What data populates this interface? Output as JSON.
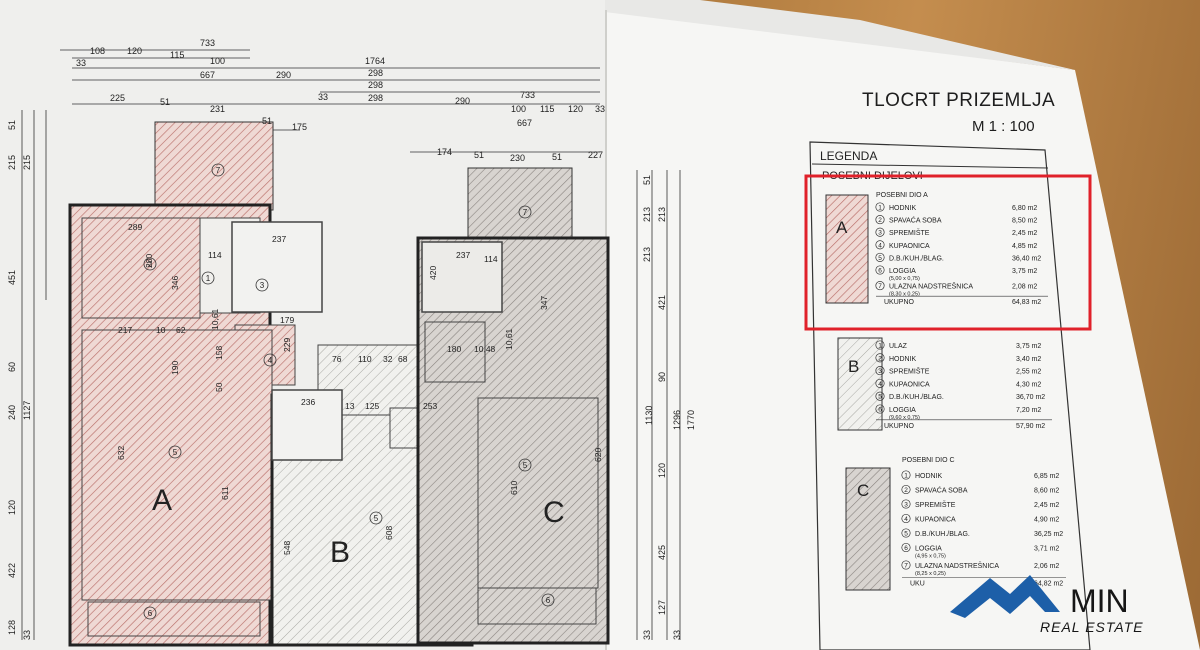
{
  "title": "TLOCRT PRIZEMLJA",
  "scale": "M 1 : 100",
  "legend_title": "LEGENDA",
  "legend_subtitle": "POSEBNI DIJELOVI",
  "units": {
    "A": {
      "letter": "A",
      "header": "POSEBNI DIO A",
      "rooms": [
        {
          "no": "1",
          "name": "HODNIK",
          "area": "6,80 m2"
        },
        {
          "no": "2",
          "name": "SPAVAĆA SOBA",
          "area": "8,50 m2"
        },
        {
          "no": "3",
          "name": "SPREMIŠTE",
          "area": "2,45 m2"
        },
        {
          "no": "4",
          "name": "KUPAONICA",
          "area": "4,85 m2"
        },
        {
          "no": "5",
          "name": "D.B./KUH./BLAG.",
          "area": "36,40 m2"
        },
        {
          "no": "6",
          "name": "LOGGIA",
          "sub": "(5,00 x 0,75)",
          "area": "3,75 m2"
        },
        {
          "no": "7",
          "name": "ULAZNA NADSTREŠNICA",
          "sub": "(8,30 x 0,25)",
          "area": "2,08 m2"
        }
      ],
      "total_label": "UKUPNO",
      "total": "64,83 m2"
    },
    "B": {
      "letter": "B",
      "rooms": [
        {
          "no": "1",
          "name": "ULAZ",
          "area": "3,75 m2"
        },
        {
          "no": "2",
          "name": "HODNIK",
          "area": "3,40 m2"
        },
        {
          "no": "3",
          "name": "SPREMIŠTE",
          "area": "2,55 m2"
        },
        {
          "no": "4",
          "name": "KUPAONICA",
          "area": "4,30 m2"
        },
        {
          "no": "5",
          "name": "D.B./KUH./BLAG.",
          "area": "36,70 m2"
        },
        {
          "no": "6",
          "name": "LOGGIA",
          "sub": "(9,60 x 0,75)",
          "area": "7,20 m2"
        }
      ],
      "total_label": "UKUPNO",
      "total": "57,90 m2"
    },
    "C": {
      "letter": "C",
      "header": "POSEBNI DIO C",
      "rooms": [
        {
          "no": "1",
          "name": "HODNIK",
          "area": "6,85 m2"
        },
        {
          "no": "2",
          "name": "SPAVAĆA SOBA",
          "area": "8,60 m2"
        },
        {
          "no": "3",
          "name": "SPREMIŠTE",
          "area": "2,45 m2"
        },
        {
          "no": "4",
          "name": "KUPAONICA",
          "area": "4,90 m2"
        },
        {
          "no": "5",
          "name": "D.B./KUH./BLAG.",
          "area": "36,25 m2"
        },
        {
          "no": "6",
          "name": "LOGGIA",
          "sub": "(4,95 x 0,75)",
          "area": "3,71 m2"
        },
        {
          "no": "7",
          "name": "ULAZNA NADSTREŠNICA",
          "sub": "(8,25 x 0,25)",
          "area": "2,06 m2"
        }
      ],
      "total_label": "UKU",
      "total": "64,82 m2"
    }
  },
  "plan_letters": [
    "A",
    "B",
    "C"
  ],
  "plan_dims_top": [
    "733",
    "108",
    "120",
    "115",
    "100",
    "1764",
    "33",
    "298",
    "667",
    "290",
    "298",
    "225",
    "51",
    "231",
    "33",
    "298",
    "290",
    "733",
    "100",
    "115",
    "120",
    "33",
    "667",
    "51",
    "175",
    "174",
    "51",
    "230",
    "51",
    "227"
  ],
  "plan_dims_side": [
    "215",
    "51",
    "215",
    "451",
    "60",
    "240",
    "1127",
    "120",
    "422",
    "128",
    "33",
    "213",
    "51",
    "213",
    "421",
    "90",
    "120",
    "425",
    "1130",
    "1296",
    "1770",
    "213",
    "33",
    "127",
    "33"
  ],
  "plan_room_labels": [
    "280",
    "289",
    "346",
    "114",
    "217",
    "10",
    "62",
    "190",
    "632",
    "611",
    "158",
    "50",
    "229",
    "179",
    "237",
    "76",
    "110",
    "32",
    "68",
    "13",
    "125",
    "253",
    "236",
    "548",
    "608",
    "180",
    "237",
    "114",
    "347",
    "420",
    "610",
    "620",
    "10,61",
    "10,48",
    "10,61"
  ],
  "logo": {
    "brand": "MIN",
    "sub": "REAL ESTATE"
  },
  "colors": {
    "highlight": "#e0212a",
    "hatch": "#b96f6a",
    "paper": "#f4f4f2"
  }
}
